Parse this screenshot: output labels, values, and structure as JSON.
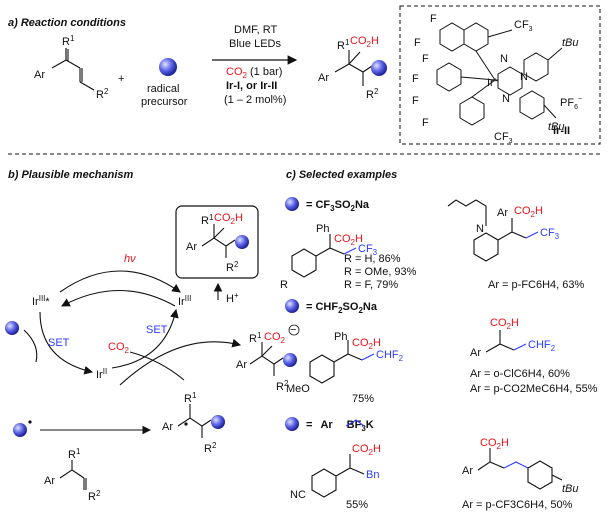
{
  "sections": {
    "a_title": "a) Reaction conditions",
    "b_title": "b) Plausible mechanism",
    "c_title": "c) Selected examples"
  },
  "conditions": {
    "line1": "DMF, RT",
    "line2": "Blue LEDs",
    "co2": "CO",
    "co2_sub": "2",
    "co2_tail": " (1 bar)",
    "catalysts": "Ir-I, or Ir-II",
    "loading": "(1 – 2 mol%)",
    "radical_precursor_1": "radical",
    "radical_precursor_2": "precursor",
    "plus": "+"
  },
  "labels": {
    "Ar": "Ar",
    "R1": "R",
    "R2": "R",
    "sup1": "1",
    "sup2": "2",
    "CO2H": "CO",
    "CO2H_sub": "2",
    "CO2H_H": "H",
    "CF3": "CF",
    "CF3_sub": "3",
    "tBu": "tBu",
    "PF6": "PF",
    "PF6_sub": "6",
    "PF6_sup": "−",
    "F": "F",
    "N": "N",
    "Ir": "Ir",
    "Ir_plus": "+",
    "Ir_II_label": "Ir-II"
  },
  "mechanism": {
    "hv": "hν",
    "Ir_III_star": "Ir",
    "Ir_III_star_sup": "III",
    "Ir_III": "Ir",
    "Ir_III_sup": "III",
    "Ir_II": "Ir",
    "Ir_II_sup": "II",
    "SET_left": "SET",
    "SET_right": "SET",
    "CO2": "CO",
    "CO2_sub": "2",
    "H_plus": "H",
    "H_plus_sup": "+",
    "carboxylate": "CO",
    "carboxylate_sub": "2",
    "carboxylate_charge": "−"
  },
  "examples": {
    "ex1_header": "= CF",
    "ex1_header_sub1": "3",
    "ex1_header_tail": "SO",
    "ex1_header_sub2": "2",
    "ex1_header_end": "Na",
    "ex1_yields": [
      "R = H, 86%",
      "R = OMe, 93%",
      "R = F, 79%"
    ],
    "ex1b_yield": "Ar = p-FC6H4, 63%",
    "ex2_header": "= CHF",
    "ex2_header_sub1": "2",
    "ex2_header_tail": "SO",
    "ex2_header_sub2": "2",
    "ex2_header_end": "Na",
    "ex2_yield": "75%",
    "ex2b_yields": [
      "Ar = o-ClC6H4, 60%",
      "Ar = p-CO2MeC6H4, 55%"
    ],
    "ex3_header": "=",
    "ex3_header_ar": "Ar",
    "ex3_header_bf3k": "BF",
    "ex3_header_bf3k_sub": "3",
    "ex3_header_bf3k_end": "K",
    "ex3_yield": "55%",
    "ex3b_yield": "Ar = p-CF3C6H4, 50%",
    "MeO": "MeO",
    "NC": "NC",
    "Ph": "Ph",
    "R": "R",
    "CHF2": "CHF",
    "CHF2_sub": "2",
    "Bn": "Bn"
  },
  "colors": {
    "accent_red": "#e8141b",
    "accent_blue": "#2b3cff",
    "sphere": "#5b63e6"
  }
}
